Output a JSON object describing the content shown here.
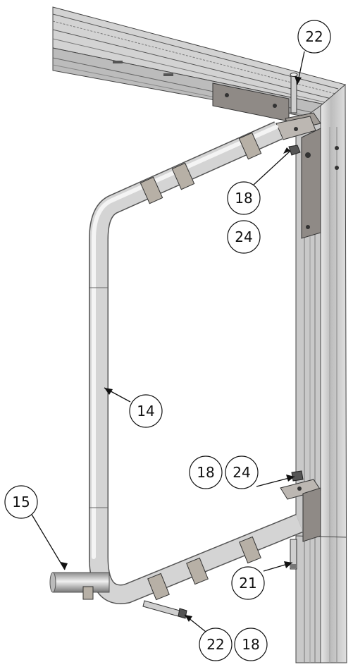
{
  "callouts": {
    "c22_top": "22",
    "c18_top": "18",
    "c24_top": "24",
    "c14": "14",
    "c15": "15",
    "c18_mid": "18",
    "c24_mid": "24",
    "c21": "21",
    "c22_bottom": "22",
    "c18_bottom": "18"
  },
  "colors": {
    "frame_light": "#d9d9d9",
    "frame_mid": "#a9a9a9",
    "frame_dark": "#6e6e6e",
    "bracket": "#9a9590",
    "tube": "#c8c8c8",
    "clamp": "#b7b0a6"
  }
}
